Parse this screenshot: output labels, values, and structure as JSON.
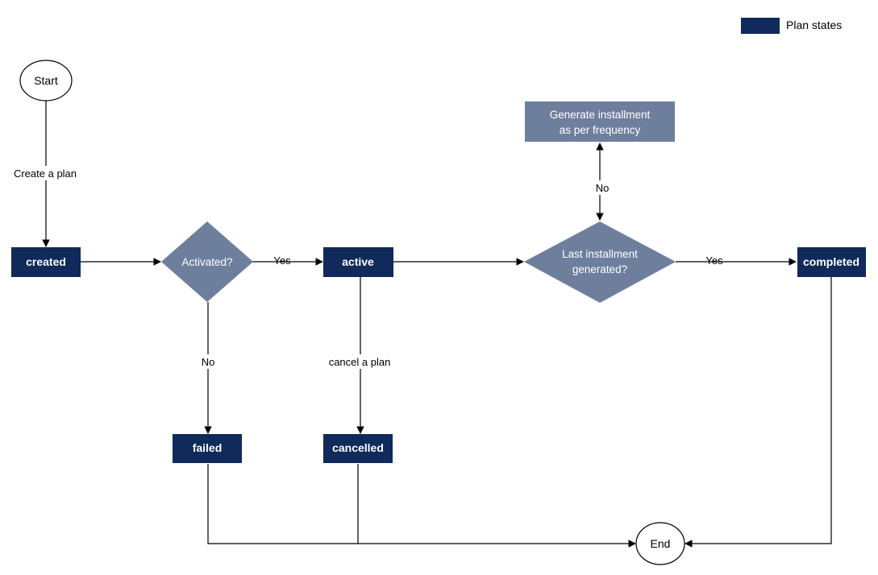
{
  "legend": {
    "label": "Plan states",
    "color": "#0f2a5b"
  },
  "colors": {
    "state": "#0f2a5b",
    "decision": "#6e7f9e",
    "line": "#000000"
  },
  "nodes": {
    "start": "Start",
    "end": "End",
    "created": "created",
    "activated_decision": "Activated?",
    "active": "active",
    "last_installment_decision_line1": "Last installment",
    "last_installment_decision_line2": "generated?",
    "generate_installment_line1": "Generate installment",
    "generate_installment_line2": "as per frequency",
    "completed": "completed",
    "failed": "failed",
    "cancelled": "cancelled"
  },
  "edges": {
    "create_plan": "Create a plan",
    "activated_yes": "Yes",
    "activated_no": "No",
    "cancel_plan": "cancel a plan",
    "last_no": "No",
    "last_yes": "Yes"
  }
}
